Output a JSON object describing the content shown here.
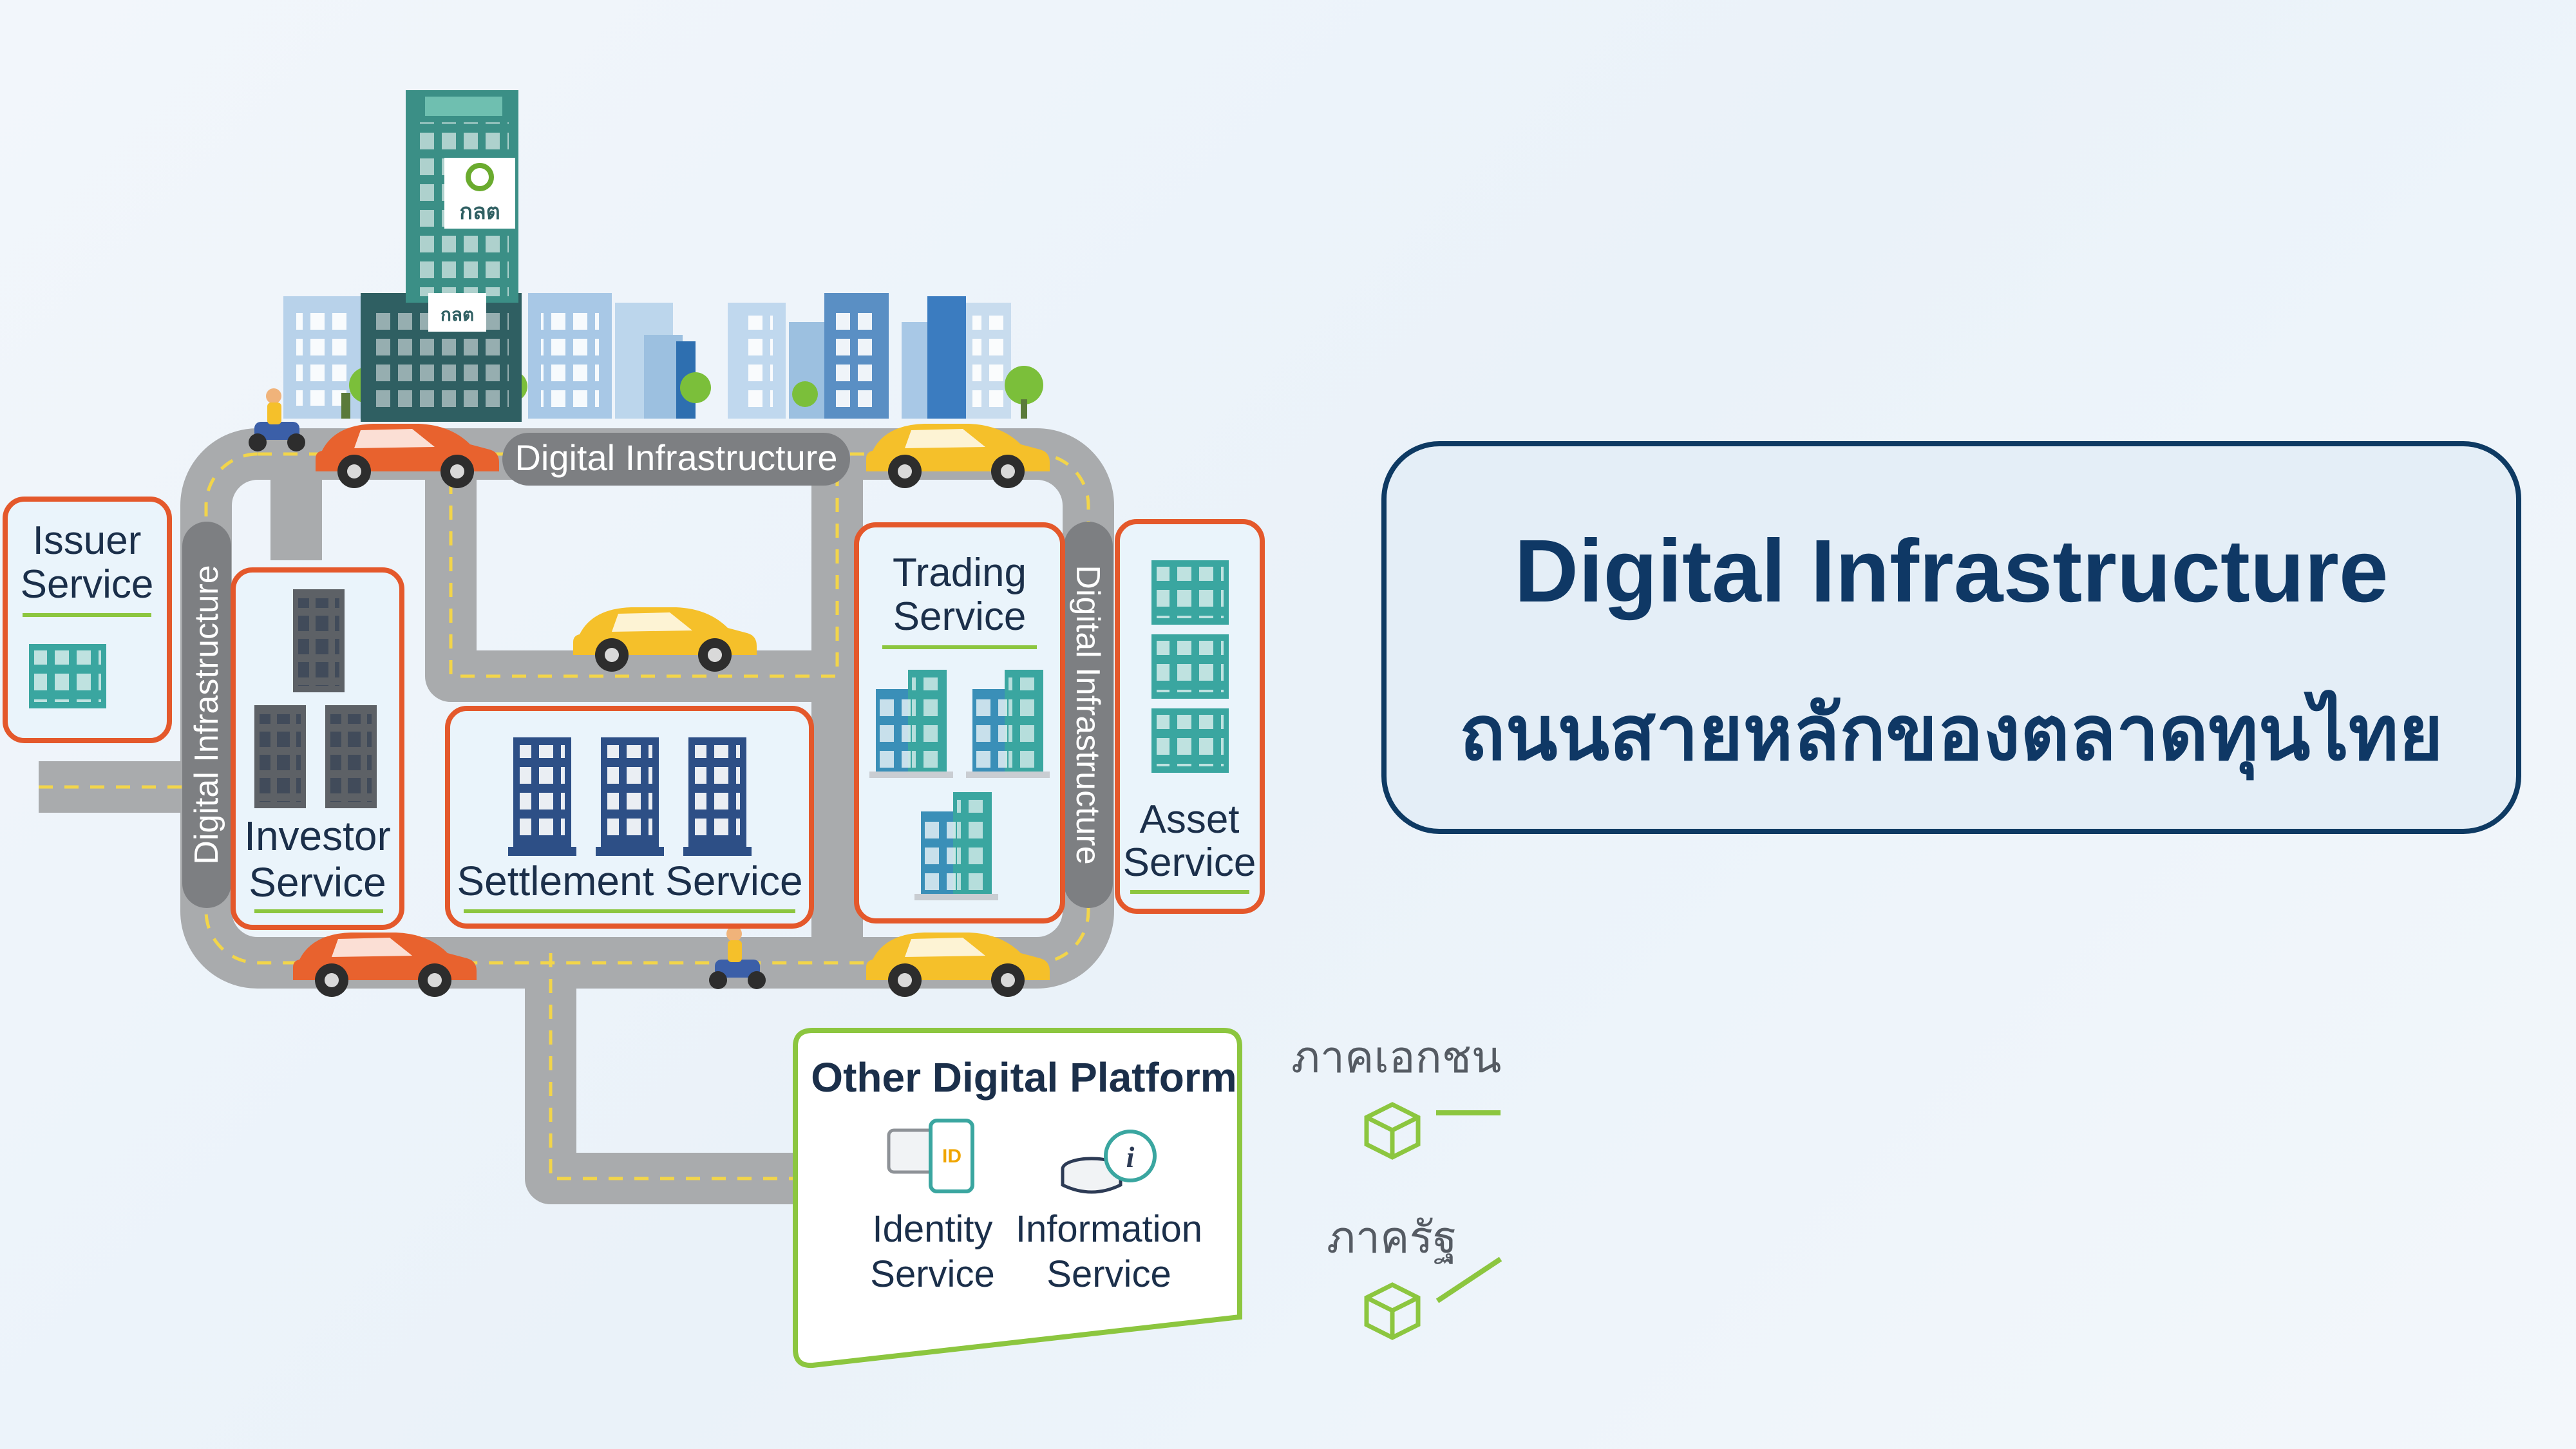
{
  "panel": {
    "title": "Digital Infrastructure",
    "subtitle": "ถนนสายหลักของตลาดทุนไทย"
  },
  "diagram": {
    "hq_logo_text": "กลต",
    "road_labels": {
      "top": "Digital Infrastructure",
      "left": "Digital Infrastructure",
      "right": "Digital Infrastructure"
    },
    "services": {
      "issuer": [
        "Issuer",
        "Service"
      ],
      "investor": [
        "Investor",
        "Service"
      ],
      "settlement": "Settlement Service",
      "trading": [
        "Trading",
        "Service"
      ],
      "asset": [
        "Asset",
        "Service"
      ]
    },
    "platform": {
      "title": "Other Digital Platform",
      "id_badge": "ID",
      "info_badge": "i",
      "identity": [
        "Identity",
        "Service"
      ],
      "information": [
        "Information",
        "Service"
      ]
    },
    "sectors": {
      "private": "ภาคเอกชน",
      "government": "ภาครัฐ"
    }
  },
  "colors": {
    "navy": "#0f3865",
    "road": "#a9abad",
    "road_label_bg": "#7d7f82",
    "service_border": "#e4582b",
    "platform_border": "#8cc63f",
    "building_blue": "#3d6fa8",
    "building_teal": "#3aa6a0",
    "building_dark": "#5d6166",
    "car_orange": "#e8622e",
    "car_yellow": "#f5c02a"
  }
}
